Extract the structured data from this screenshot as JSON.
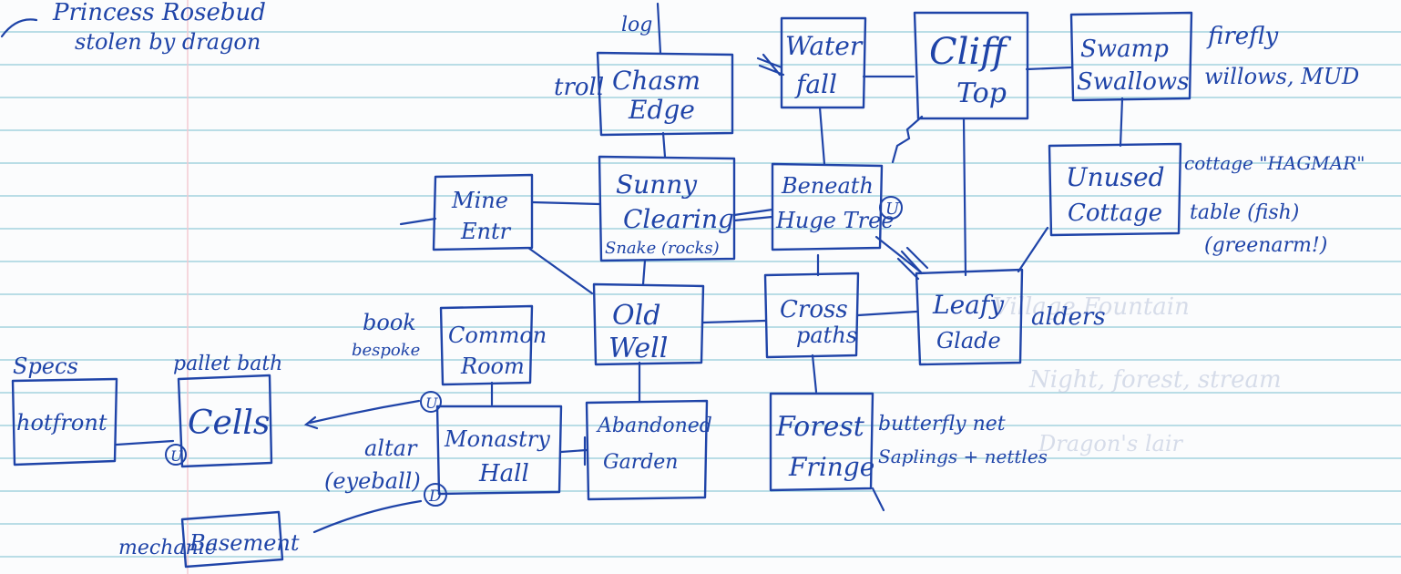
{
  "title": {
    "line1": "Princess Rosebud",
    "line2": "stolen by dragon"
  },
  "rooms": {
    "chasm_edge": [
      "Chasm",
      "Edge"
    ],
    "waterfall": [
      "Water",
      "fall"
    ],
    "cliff_top": [
      "Cliff",
      "Top"
    ],
    "swamp_swallows": [
      "Swamp",
      "Swallows"
    ],
    "mine_entrance": [
      "Mine",
      "Entr"
    ],
    "sunny_clearing": [
      "Sunny",
      "Clearing"
    ],
    "beneath_huge_tree": [
      "Beneath",
      "Huge Tree"
    ],
    "unused_cottage": [
      "Unused",
      "Cottage"
    ],
    "common_room": [
      "Common",
      "Room"
    ],
    "old_well": [
      "Old",
      "Well"
    ],
    "crosspaths": [
      "Cross",
      "paths"
    ],
    "leafy_glade": [
      "Leafy",
      "Glade"
    ],
    "hotfront": [
      "hotfront"
    ],
    "cells": [
      "Cells"
    ],
    "monastery_hall": [
      "Monastry",
      "Hall"
    ],
    "abandoned_garden": [
      "Abandoned",
      "Garden"
    ],
    "forest_fringe": [
      "Forest",
      "Fringe"
    ],
    "basement": [
      "Basement"
    ]
  },
  "annotations": {
    "log": "log",
    "troll": "troll",
    "fireflies": "firefly",
    "willows_mud": "willows, MUD",
    "snake_note": "Snake (rocks)",
    "cottage_note": "cottage \"HAGMAR\"",
    "table_note": "table (fish)",
    "greenarm_note": "(greenarm!)",
    "alders": "alders",
    "book_line1": "book",
    "book_line2": "bespoke",
    "specs": "Specs",
    "pallet_bath": "pallet bath",
    "altar_line1": "altar",
    "altar_line2": "(eyeball)",
    "butterfly_net": "butterfly net",
    "saplings_nettles": "Saplings + nettles",
    "mechanic": "mechanic"
  },
  "markers": {
    "u_top": "U",
    "u_cells": "U",
    "u_altar": "U",
    "d_altar": "D"
  },
  "bleedthrough": {
    "line_a": "Village Fountain",
    "line_b": "Night, forest, stream",
    "line_c": "Dragon's lair"
  }
}
